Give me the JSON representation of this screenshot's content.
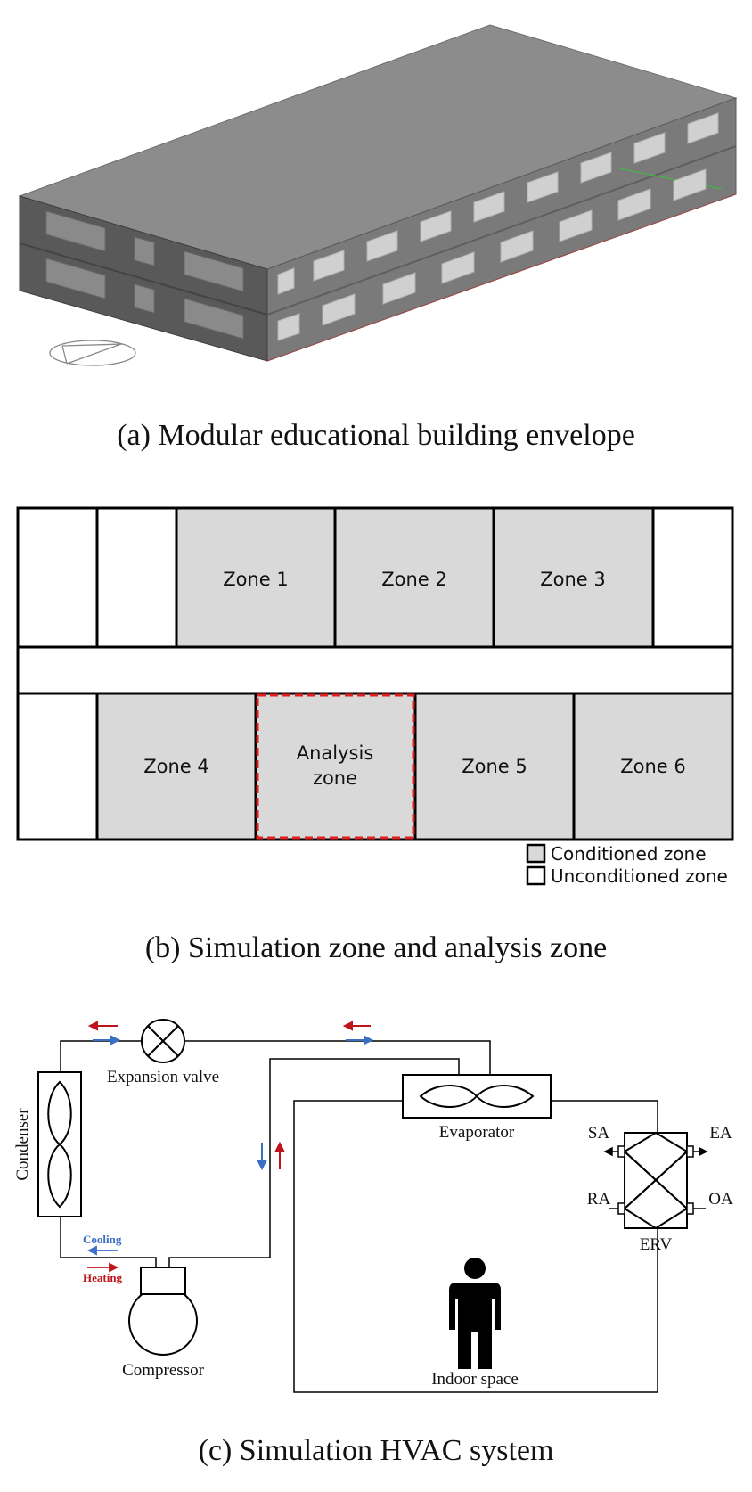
{
  "panel_a": {
    "caption": "(a) Modular educational building envelope"
  },
  "panel_b": {
    "caption": "(b) Simulation zone and analysis zone",
    "zones": {
      "zone1": "Zone 1",
      "zone2": "Zone 2",
      "zone3": "Zone 3",
      "zone4": "Zone 4",
      "analysis_line1": "Analysis",
      "analysis_line2": "zone",
      "zone5": "Zone 5",
      "zone6": "Zone 6"
    },
    "legend": {
      "conditioned": "Conditioned zone",
      "unconditioned": "Unconditioned zone"
    },
    "colors": {
      "conditioned": "#d9d9d9",
      "analysis_border": "#e02020"
    }
  },
  "panel_c": {
    "caption": "(c) Simulation HVAC system",
    "labels": {
      "expansion_valve": "Expansion valve",
      "condenser": "Condenser",
      "evaporator": "Evaporator",
      "compressor": "Compressor",
      "indoor_space": "Indoor space",
      "erv": "ERV",
      "sa": "SA",
      "ea": "EA",
      "ra": "RA",
      "oa": "OA",
      "cooling": "Cooling",
      "heating": "Heating"
    },
    "colors": {
      "cooling": "#3a6fc4",
      "heating": "#c0141c"
    }
  }
}
